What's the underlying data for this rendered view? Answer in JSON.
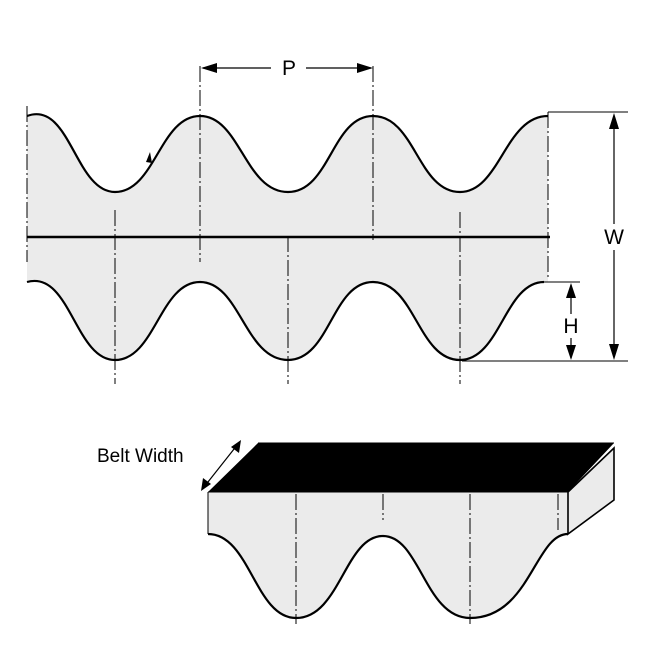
{
  "title": "",
  "labels": {
    "pitch": "P",
    "overall_thickness": "W",
    "tooth_height": "H",
    "belt_width": "Belt Width"
  },
  "colors": {
    "belt_fill": "#ebebeb",
    "outline": "#000000",
    "belt_top_face": "#000000",
    "background": "#ffffff"
  }
}
